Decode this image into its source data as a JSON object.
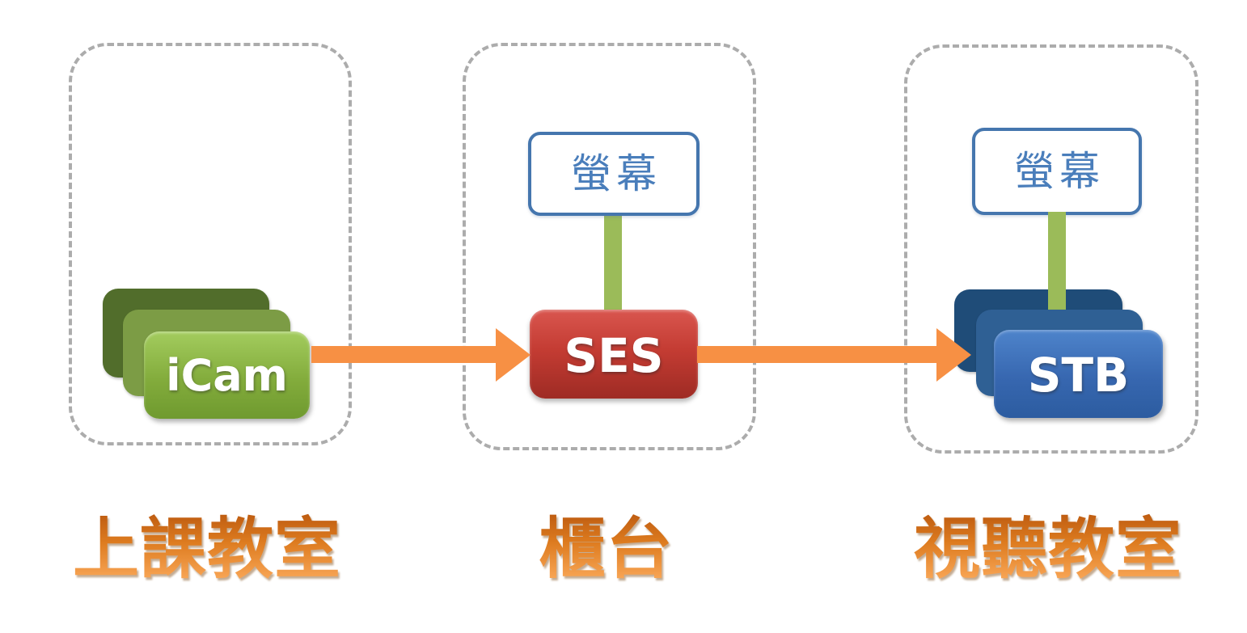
{
  "colors": {
    "container_border": "#ACACAC",
    "arrow_orange": "#F79044",
    "connector_green": "#9BBB59",
    "screen_border_blue": "#4576AE",
    "screen_text_blue": "#4A7EBB",
    "ses_red_top": "#D9564F",
    "ses_red_bottom": "#9E2B24",
    "icam_green_front": "#8FBE4A",
    "icam_green_middle": "#7C9C45",
    "icam_green_back": "#516D2B",
    "stb_blue_front": "#3E74BC",
    "stb_blue_middle": "#2F6094",
    "stb_blue_back": "#1F4C78",
    "caption_orange": "#E07E24"
  },
  "groups": [
    {
      "caption": "上課教室",
      "device": {
        "label": "iCam",
        "type": "stacked-cards"
      }
    },
    {
      "caption": "櫃台",
      "screen": {
        "label": "螢幕"
      },
      "device": {
        "label": "SES",
        "type": "single-card"
      }
    },
    {
      "caption": "視聽教室",
      "screen": {
        "label": "螢幕"
      },
      "device": {
        "label": "STB",
        "type": "stacked-cards"
      }
    }
  ],
  "connections": [
    {
      "from": "iCam",
      "to": "SES",
      "type": "arrow-right",
      "color": "#F79044"
    },
    {
      "from": "SES",
      "to": "STB",
      "type": "arrow-right",
      "color": "#F79044"
    },
    {
      "from": "螢幕",
      "to": "SES",
      "type": "vertical-line",
      "color": "#9BBB59"
    },
    {
      "from": "螢幕",
      "to": "STB",
      "type": "vertical-line",
      "color": "#9BBB59"
    }
  ]
}
